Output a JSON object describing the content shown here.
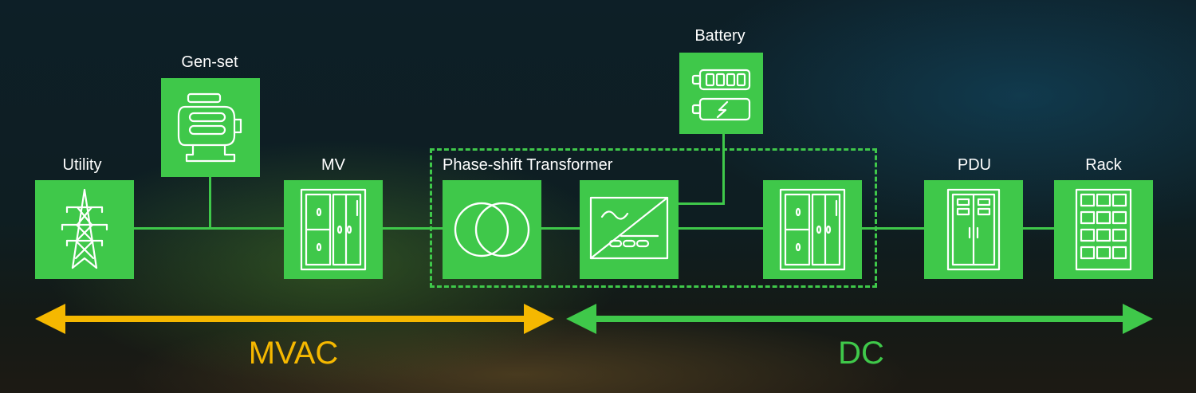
{
  "nodes": {
    "utility": "Utility",
    "genset": "Gen-set",
    "mv": "MV",
    "phase_shift": "Phase-shift Transformer",
    "battery": "Battery",
    "pdu": "PDU",
    "rack": "Rack"
  },
  "zones": {
    "mvac": "MVAC",
    "dc": "DC"
  },
  "colors": {
    "node_green": "#3fc84a",
    "mvac_arrow": "#f5b800",
    "dc_arrow": "#3fc84a",
    "icon_line": "#ffffff"
  },
  "icons": {
    "utility": "transmission-tower-icon",
    "genset": "generator-icon",
    "mv": "switchgear-cabinet-icon",
    "transformer": "transformer-coils-icon",
    "rectifier": "ac-dc-rectifier-icon",
    "dc_switchgear": "switchgear-cabinet-icon",
    "battery": "battery-icon",
    "pdu": "pdu-cabinet-icon",
    "rack": "server-rack-icon"
  }
}
